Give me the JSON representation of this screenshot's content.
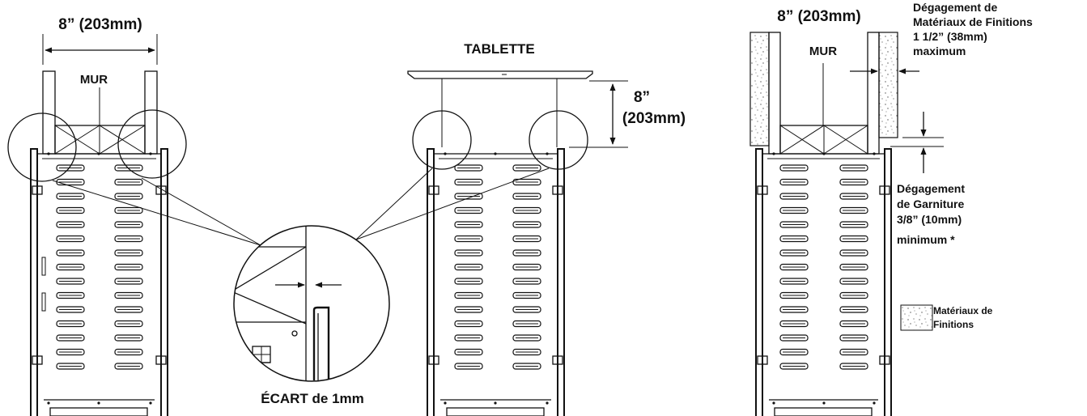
{
  "labels": {
    "left_width": "8” (203mm)",
    "left_wall": "MUR",
    "gap_label": "ÉCART de 1mm",
    "mantel_label": "TABLETTE",
    "mantel_height_1": "8”",
    "mantel_height_2": "(203mm)",
    "right_width": "8” (203mm)",
    "right_wall": "MUR",
    "finish_clearance_1": "Dégagement de",
    "finish_clearance_2": "Matériaux de Finitions",
    "finish_clearance_3": "1 1/2” (38mm)",
    "finish_clearance_4": "maximum",
    "trim_clearance_1": "Dégagement",
    "trim_clearance_2": "de Garniture",
    "trim_clearance_3": "3/8” (10mm)",
    "trim_clearance_4": "minimum *",
    "legend_1": "Matériaux de",
    "legend_2": "Finitions"
  }
}
